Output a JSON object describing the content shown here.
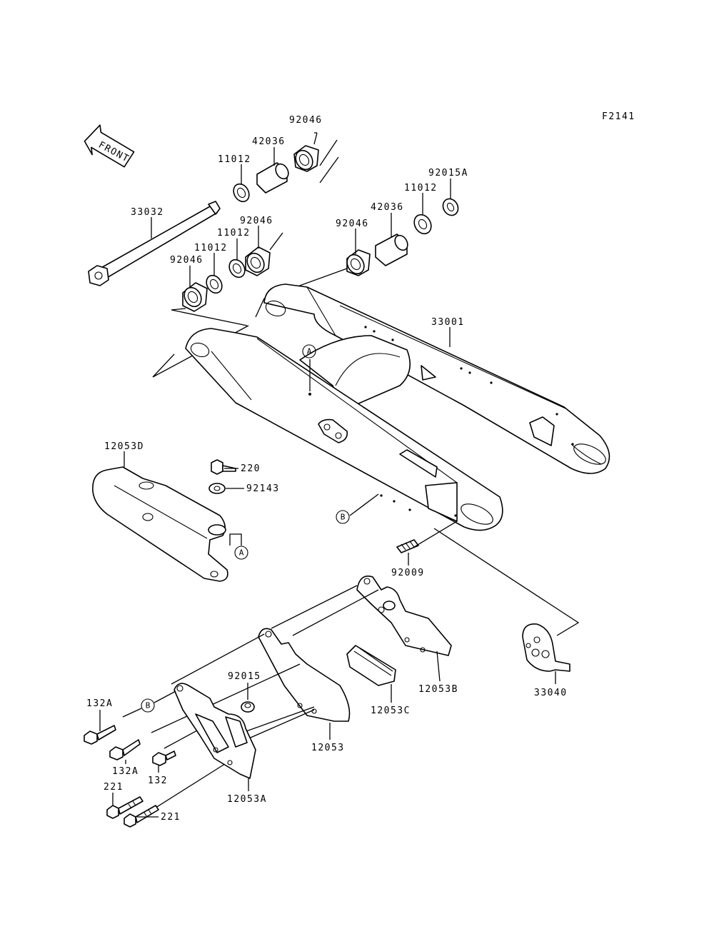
{
  "figure_code": "F2141",
  "front_label": "FRONT",
  "parts": {
    "p92046_top": "92046",
    "p42036_top": "42036",
    "p11012_top": "11012",
    "p92015A": "92015A",
    "p11012_right": "11012",
    "p42036_right": "42036",
    "p92046_right": "92046",
    "p33032": "33032",
    "p92046_mid": "92046",
    "p11012_mid": "11012",
    "p11012_left": "11012",
    "p92046_left": "92046",
    "p33001": "33001",
    "p12053D": "12053D",
    "p220": "220",
    "p92143": "92143",
    "p92009": "92009",
    "p33040": "33040",
    "p12053B": "12053B",
    "p12053C": "12053C",
    "p92015": "92015",
    "p12053": "12053",
    "p132A_top": "132A",
    "p132A_bottom": "132A",
    "p132": "132",
    "p221_top": "221",
    "p221_bottom": "221",
    "p12053A": "12053A"
  },
  "refs": {
    "A": "A",
    "B": "B"
  }
}
